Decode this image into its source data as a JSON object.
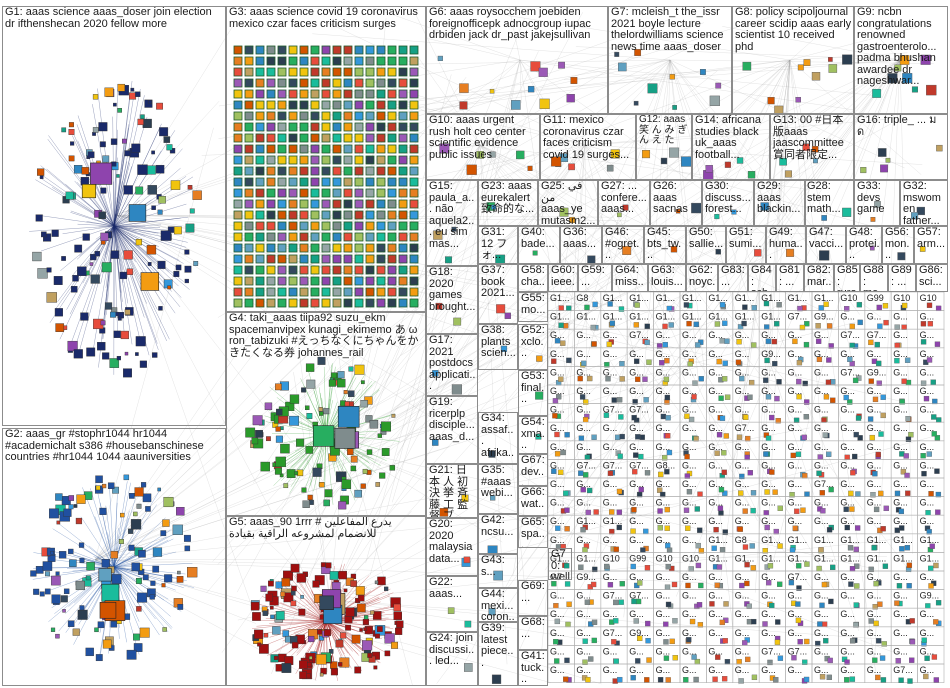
{
  "groups": [
    {
      "id": "G1",
      "label": "G1: aaas science aaas_doser join election dr ifthenshecan 2020 fellow more",
      "color": "#1a3a7a"
    },
    {
      "id": "G2",
      "label": "G2: aaas_gr #stophr1044 hr1044 #academichalt s386 #housebanschinese countries #hr1044 1044 aauniversities",
      "color": "#1f4fa0"
    },
    {
      "id": "G3",
      "label": "G3: aaas science covid 19 coronavirus mexico czar faces criticism surges",
      "color": "#1e5a2a"
    },
    {
      "id": "G4",
      "label": "G4: taki_aaas tiipa92 suzu_ekm spacemanvipex kunagi_ekimemo あ ω ron_tabizuki #えっちなくにちゃんをかきたくなる券 johannes_rail",
      "color": "#1e8a1e"
    },
    {
      "id": "G5",
      "label": "G5: aaas_90 1rrr # يدرع المفاعلين للانضمام لمشروعه الراقية بقيادة",
      "color": "#8a1010"
    },
    {
      "id": "G6",
      "label": "G6: aaas roysocchem joebiden foreignofficepk adnocgroup iupac drbiden jack dr_past jakejsullivan",
      "color": "#3a3a8a"
    },
    {
      "id": "G7",
      "label": "G7: mcleish_t the_issr 2021 boyle lecture thelordwilliams science news time aaas_doser",
      "color": "#7a5a1a"
    },
    {
      "id": "G8",
      "label": "G8: policy scipoljournal career scidip aaas early scientist 10 received phd",
      "color": "#5a8a2a"
    },
    {
      "id": "G9",
      "label": "G9: ncbn congratulations renowned gastroenterolo... padma bhushan awardee dr nageshwar...",
      "color": "#2a7a7a"
    },
    {
      "id": "G10",
      "label": "G10: aaas urgent rush holt ceo center scientific evidence public issues",
      "color": "#2a6a2a"
    },
    {
      "id": "G11",
      "label": "G11: mexico coronavirus czar faces criticism covid 19 surges...",
      "color": "#2a5a6a"
    },
    {
      "id": "G12",
      "label": "G12: aaas 笑 ん み ぎ ん え た",
      "color": "#4a4a4a"
    },
    {
      "id": "G14",
      "label": "G14: africana studies black uk_aaas football...",
      "color": "#6a2a2a"
    },
    {
      "id": "G13",
      "label": "G13: 00 #日本 版aaas jaascommittee 賞同者限定...",
      "color": "#4a2a6a"
    },
    {
      "id": "G16",
      "label": "G16: triple_ ... ม ด",
      "color": "#2a4a2a"
    },
    {
      "id": "G15",
      "label": "G15: paula_a... não aquela2... eu sim mas...",
      "color": "#6a5a2a"
    },
    {
      "id": "G23",
      "label": "G23: aaas eurekalert 致命的な...",
      "color": "#2a2a6a"
    },
    {
      "id": "G25",
      "label": "G25: في من aaas_ye mutasm2...",
      "color": "#5a2a5a"
    },
    {
      "id": "G27",
      "label": "G27: ... confere... aaas...",
      "color": "#2a6a5a"
    },
    {
      "id": "G26",
      "label": "G26: aaas sacnas",
      "color": "#6a6a2a"
    },
    {
      "id": "G30",
      "label": "G30: discuss... forest...",
      "color": "#2a3a6a"
    },
    {
      "id": "G29",
      "label": "G29: aaas blackin...",
      "color": "#6a3a2a"
    },
    {
      "id": "G28",
      "label": "G28: stem math...",
      "color": "#3a6a3a"
    },
    {
      "id": "G33",
      "label": "G33: devs game",
      "color": "#5a5a5a"
    },
    {
      "id": "G32",
      "label": "G32: mswomen father...",
      "color": "#3a3a6a"
    },
    {
      "id": "G31",
      "label": "G31: 12 フォ...",
      "color": "#7a4a2a"
    },
    {
      "id": "G40",
      "label": "G40: bade...",
      "color": "#2a5a4a"
    },
    {
      "id": "G36",
      "label": "G36: aaas...",
      "color": "#4a2a4a"
    },
    {
      "id": "G46",
      "label": "G46: #ogret...",
      "color": "#5a4a2a"
    },
    {
      "id": "G45",
      "label": "G45: bts_tw...",
      "color": "#2a4a6a"
    },
    {
      "id": "G50",
      "label": "G50: sallie...",
      "color": "#6a2a4a"
    },
    {
      "id": "G51",
      "label": "G51: sumi...",
      "color": "#3a5a2a"
    },
    {
      "id": "G49",
      "label": "G49: huma...",
      "color": "#4a4a6a"
    },
    {
      "id": "G47",
      "label": "G47: vacci...",
      "color": "#6a4a4a"
    },
    {
      "id": "G48",
      "label": "G48: protei...",
      "color": "#2a6a6a"
    },
    {
      "id": "G56",
      "label": "G56: mon...",
      "color": "#5a2a2a"
    },
    {
      "id": "G57",
      "label": "G57: arm...",
      "color": "#2a2a5a"
    },
    {
      "id": "G18",
      "label": "G18: 2020 games brought...",
      "color": "#3a6a4a"
    },
    {
      "id": "G37",
      "label": "G37: book 2021...",
      "color": "#6a3a5a"
    },
    {
      "id": "G58",
      "label": "G58: cha...",
      "color": "#2a5a2a"
    },
    {
      "id": "G60",
      "label": "G60: ieee...",
      "color": "#5a5a2a"
    },
    {
      "id": "G59",
      "label": "G59: ...",
      "color": "#2a3a5a"
    },
    {
      "id": "G64",
      "label": "G64: miss...",
      "color": "#6a2a6a"
    },
    {
      "id": "G63",
      "label": "G63: louis...",
      "color": "#2a6a3a"
    },
    {
      "id": "G62",
      "label": "G62: noyc...",
      "color": "#4a3a2a"
    },
    {
      "id": "G83",
      "label": "G83: ...",
      "color": "#3a4a5a"
    },
    {
      "id": "G84",
      "label": "G84: sch...",
      "color": "#5a3a3a"
    },
    {
      "id": "G81",
      "label": "G81: ...",
      "color": "#3a5a5a"
    },
    {
      "id": "G82",
      "label": "G82: mar...",
      "color": "#5a4a5a"
    },
    {
      "id": "G85",
      "label": "G85: rural",
      "color": "#2a4a3a"
    },
    {
      "id": "G88",
      "label": "G88: me...",
      "color": "#6a5a4a"
    },
    {
      "id": "G89",
      "label": "G89: ...",
      "color": "#3a2a4a"
    },
    {
      "id": "G86",
      "label": "G86: sci...",
      "color": "#4a6a4a"
    },
    {
      "id": "G55",
      "label": "G55: mo...",
      "color": "#4a2a2a"
    },
    {
      "id": "G17",
      "label": "G17: 2021 postdocs applicati...",
      "color": "#2a4a5a"
    },
    {
      "id": "G38",
      "label": "G38: plants scien...",
      "color": "#5a6a2a"
    },
    {
      "id": "G52",
      "label": "G52: xclo...",
      "color": "#6a4a6a"
    },
    {
      "id": "G19",
      "label": "G19: ricerplp disciple... aaas_d...",
      "color": "#3a3a3a"
    },
    {
      "id": "G34",
      "label": "G34: assaf... afrika...",
      "color": "#5a3a5a"
    },
    {
      "id": "G53",
      "label": "G53: final...",
      "color": "#2a5a5a"
    },
    {
      "id": "G54",
      "label": "G54: xma...",
      "color": "#6a6a4a"
    },
    {
      "id": "G21",
      "label": "G21: 日本 人 初 決 挙 斉藤 工 監督 ブ...",
      "color": "#4a5a6a"
    },
    {
      "id": "G35",
      "label": "G35: #aaas webi...",
      "color": "#6a3a3a"
    },
    {
      "id": "G67",
      "label": "G67: dev...",
      "color": "#3a6a5a"
    },
    {
      "id": "G66",
      "label": "G66: wat...",
      "color": "#5a4a3a"
    },
    {
      "id": "G20",
      "label": "G20: 2020 malaysia data...",
      "color": "#2a3a4a"
    },
    {
      "id": "G42",
      "label": "G42: ncsu...",
      "color": "#4a4a2a"
    },
    {
      "id": "G65",
      "label": "G65: spa...",
      "color": "#6a2a3a"
    },
    {
      "id": "G43",
      "label": "G43: s...",
      "color": "#3a4a3a"
    },
    {
      "id": "G70",
      "label": "G70: well",
      "color": "#5a5a6a"
    },
    {
      "id": "G22",
      "label": "G22: aaas...",
      "color": "#3a2a2a"
    },
    {
      "id": "G44",
      "label": "G44: mexi... coron...",
      "color": "#2a6a4a"
    },
    {
      "id": "G69",
      "label": "G69: ...",
      "color": "#6a4a2a"
    },
    {
      "id": "G68",
      "label": "G68: ...",
      "color": "#4a3a5a"
    },
    {
      "id": "G24",
      "label": "G24: join discussi... led...",
      "color": "#3a5a3a"
    },
    {
      "id": "G39",
      "label": "G39: latest piece...",
      "color": "#5a3a2a"
    },
    {
      "id": "G41",
      "label": "G41: tuck...",
      "color": "#2a4a4a"
    }
  ],
  "mini_labels": [
    "G1...",
    "G8",
    "G1...",
    "G1...",
    "G1...",
    "G1...",
    "G1...",
    "G1...",
    "G1...",
    "G1...",
    "G1...",
    "G10",
    "G99",
    "G10",
    "G10",
    "G1...",
    "G1...",
    "G1...",
    "G1...",
    "G1...",
    "G1...",
    "G1...",
    "G1...",
    "G1...",
    "G7...",
    "G9...",
    "G...",
    "G...",
    "G...",
    "G...",
    "G...",
    "G...",
    "G...",
    "G7...",
    "G...",
    "G...",
    "G...",
    "G...",
    "G...",
    "G...",
    "G...",
    "G7...",
    "G7...",
    "G...",
    "G...",
    "G...",
    "G...",
    "G...",
    "G...",
    "G...",
    "G...",
    "G...",
    "G...",
    "G9...",
    "G...",
    "G...",
    "G...",
    "G...",
    "G...",
    "G...",
    "G...",
    "G...",
    "G...",
    "G...",
    "G...",
    "G...",
    "G...",
    "G...",
    "G...",
    "G...",
    "G...",
    "G7...",
    "G9...",
    "G...",
    "G...",
    "G...",
    "G...",
    "G...",
    "G...",
    "G...",
    "G...",
    "G...",
    "G...",
    "G...",
    "G...",
    "G...",
    "G...",
    "G...",
    "G...",
    "G...",
    "G...",
    "G...",
    "G7...",
    "G7...",
    "G...",
    "G...",
    "G...",
    "G...",
    "G...",
    "G...",
    "G...",
    "G...",
    "G...",
    "G...",
    "G...",
    "G...",
    "G...",
    "G...",
    "G...",
    "G...",
    "G...",
    "G...",
    "G7...",
    "G...",
    "G...",
    "G...",
    "G...",
    "G...",
    "G...",
    "G...",
    "G...",
    "G...",
    "G...",
    "G...",
    "G...",
    "G...",
    "G...",
    "G...",
    "G...",
    "G...",
    "G...",
    "G...",
    "G...",
    "G...",
    "G...",
    "G...",
    "G7...",
    "G7...",
    "G7...",
    "G8...",
    "G...",
    "G...",
    "G...",
    "G...",
    "G...",
    "G...",
    "G...",
    "G...",
    "G...",
    "G...",
    "G...",
    "G...",
    "G...",
    "G...",
    "G...",
    "G...",
    "G...",
    "G...",
    "G...",
    "G...",
    "G7...",
    "G...",
    "G...",
    "G...",
    "G...",
    "G...",
    "G...",
    "G...",
    "G...",
    "G...",
    "G...",
    "G...",
    "G...",
    "G...",
    "G...",
    "G...",
    "G...",
    "G...",
    "G...",
    "G...",
    "G...",
    "G1...",
    "G1...",
    "G...",
    "G...",
    "G...",
    "G...",
    "G...",
    "G...",
    "G...",
    "G...",
    "G...",
    "G...",
    "G...",
    "G...",
    "G...",
    "G...",
    "G...",
    "G...",
    "G...",
    "G..."
  ],
  "palette": [
    "#c0392b",
    "#2e86c1",
    "#27ae60",
    "#f39c12",
    "#8e44ad",
    "#16a085",
    "#d35400",
    "#2c3e50",
    "#7f8c8d",
    "#e74c3c",
    "#3498db",
    "#1abc9c",
    "#f1c40f",
    "#9b59b6",
    "#34495e",
    "#e67e22",
    "#95a5a6",
    "#c0a060",
    "#60a0c0",
    "#a0c060"
  ]
}
